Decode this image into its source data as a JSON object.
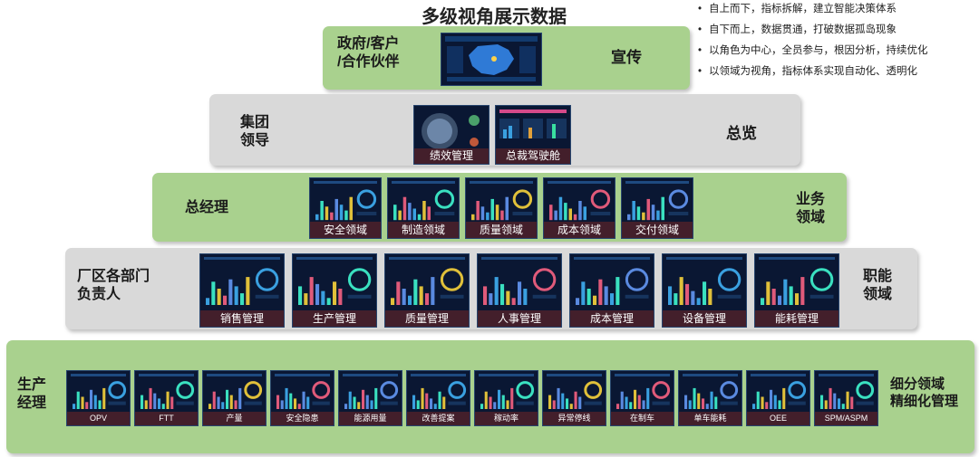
{
  "title": "多级视角展示数据",
  "bullets": [
    "自上而下，指标拆解，建立智能决策体系",
    "自下而上，数据贯通，打破数据孤岛现象",
    "以角色为中心，全员参与，根因分析，持续优化",
    "以领域为视角，指标体系实现自动化、透明化"
  ],
  "tiers": {
    "t1": {
      "role": "政府/客户\n/合作伙伴",
      "category": "宣传"
    },
    "t2": {
      "role": "集团\n领导",
      "category": "总览",
      "cards": [
        "绩效管理",
        "总裁驾驶舱"
      ]
    },
    "t3": {
      "role": "总经理",
      "category": "业务\n领域",
      "cards": [
        "安全领域",
        "制造领域",
        "质量领域",
        "成本领域",
        "交付领域"
      ]
    },
    "t4": {
      "role": "厂区各部门\n负责人",
      "category": "职能\n领域",
      "cards": [
        "销售管理",
        "生产管理",
        "质量管理",
        "人事管理",
        "成本管理",
        "设备管理",
        "能耗管理"
      ]
    },
    "t5": {
      "role": "生产\n经理",
      "category": "细分领域\n精细化管理",
      "cards": [
        "OPV",
        "FTT",
        "产量",
        "安全隐患",
        "能源用量",
        "改善提案",
        "稼动率",
        "异常停线",
        "在制车",
        "单车能耗",
        "OEE",
        "SPM/ASPM"
      ]
    }
  },
  "colors": {
    "green_band": "#a9d18e",
    "gray_band": "#d9d9d9",
    "dashboard_bg": "#0a1733",
    "caption_bg": "#5a2328"
  }
}
